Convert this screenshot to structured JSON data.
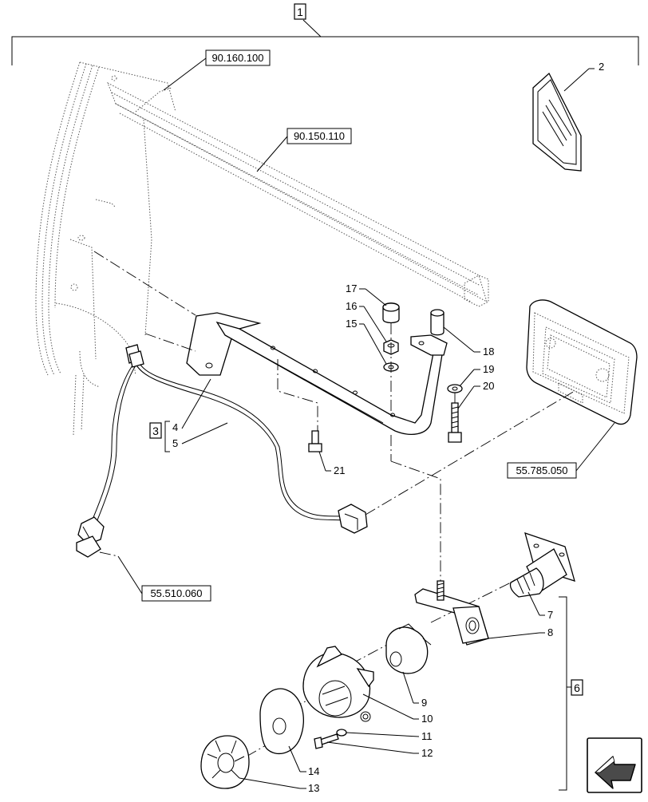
{
  "labels": {
    "main_assembly": "1",
    "sub_group_3": "3",
    "sub_group_6": "6",
    "ref_90160100": "90.160.100",
    "ref_90150110": "90.150.110",
    "ref_55785050": "55.785.050",
    "ref_55510060": "55.510.060",
    "p2": "2",
    "p4": "4",
    "p5": "5",
    "p7": "7",
    "p8": "8",
    "p9": "9",
    "p10": "10",
    "p11": "11",
    "p12": "12",
    "p13": "13",
    "p14": "14",
    "p15": "15",
    "p16": "16",
    "p17": "17",
    "p18": "18",
    "p19": "19",
    "p20": "20",
    "p21": "21"
  },
  "colors": {
    "ink": "#000000",
    "cab_lines": "#555555",
    "nav_fill": "#4a4a4a"
  },
  "icons": {
    "navigation": "next-page-arrow-icon"
  }
}
